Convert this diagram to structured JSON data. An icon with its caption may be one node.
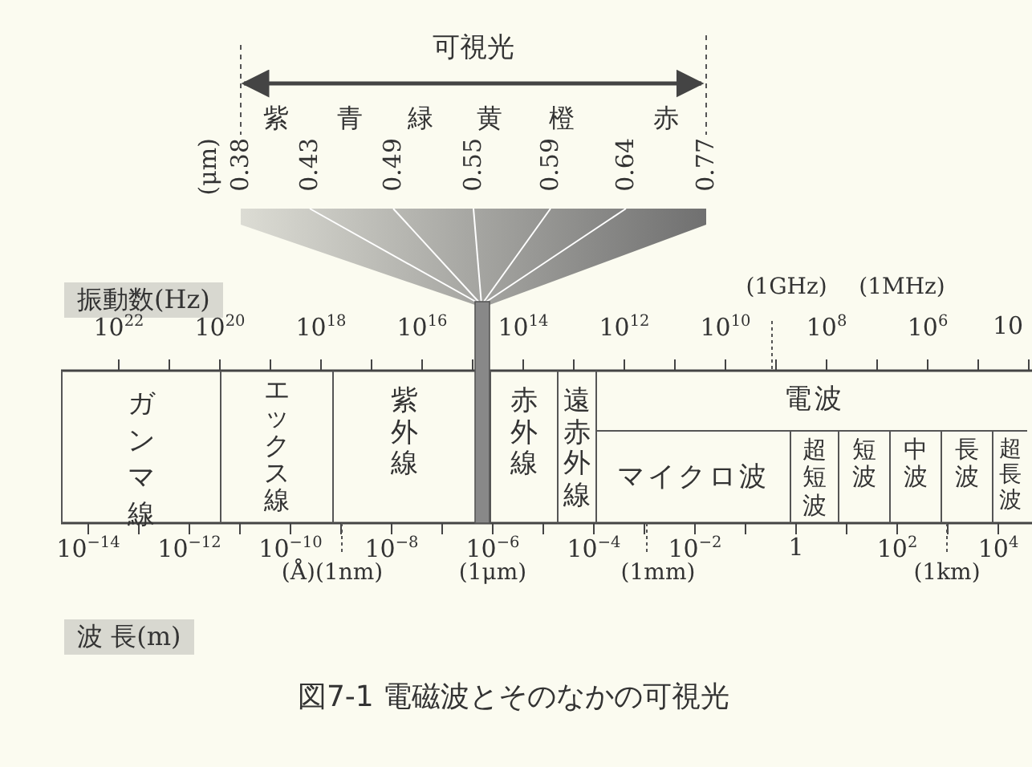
{
  "diagram": {
    "caption": "図7-1 電磁波とそのなかの可視光",
    "nodes": [
      {
        "text": [
          "ガンマ線"
        ]
      },
      {
        "text": [
          "エックス線"
        ]
      },
      {
        "text": [
          "紫外線"
        ]
      },
      {
        "text": [
          "赤外線"
        ]
      },
      {
        "text": [
          "遠赤外線"
        ]
      },
      {
        "text": [
          "電波"
        ]
      },
      {
        "text": [
          "マイクロ波"
        ],
        "in": 5
      },
      {
        "text": [
          "超短波"
        ],
        "in": 5
      },
      {
        "text": [
          "短波"
        ],
        "in": 5
      },
      {
        "text": [
          "中波"
        ],
        "in": 5
      },
      {
        "text": [
          "長波"
        ],
        "in": 5
      },
      {
        "text": [
          "超長波"
        ],
        "in": 5
      }
    ],
    "labels": [
      "可視光",
      "紫",
      "青",
      "緑",
      "黄",
      "橙",
      "赤",
      "(μm)",
      "0.38",
      "0.43",
      "0.49",
      "0.55",
      "0.59",
      "0.64",
      "0.77",
      "振動数(Hz)",
      "(1GHz)",
      "(1MHz)",
      "10$^{22}$",
      "10$^{20}$",
      "10$^{18}$",
      "10$^{16}$",
      "10$^{14}$",
      "10$^{12}$",
      "10$^{10}$",
      "10$^{8}$",
      "10$^{6}$",
      "10",
      "10$^{−14}$",
      "10$^{−12}$",
      "10$^{−10}$",
      "10$^{−8}$",
      "10$^{−6}$",
      "10$^{−4}$",
      "10$^{−2}$",
      "1",
      "10$^{2}$",
      "10$^{4}$",
      "(Å)(1nm)",
      "(1μm)",
      "(1mm)",
      "(1km)",
      "波 長(m)"
    ]
  }
}
